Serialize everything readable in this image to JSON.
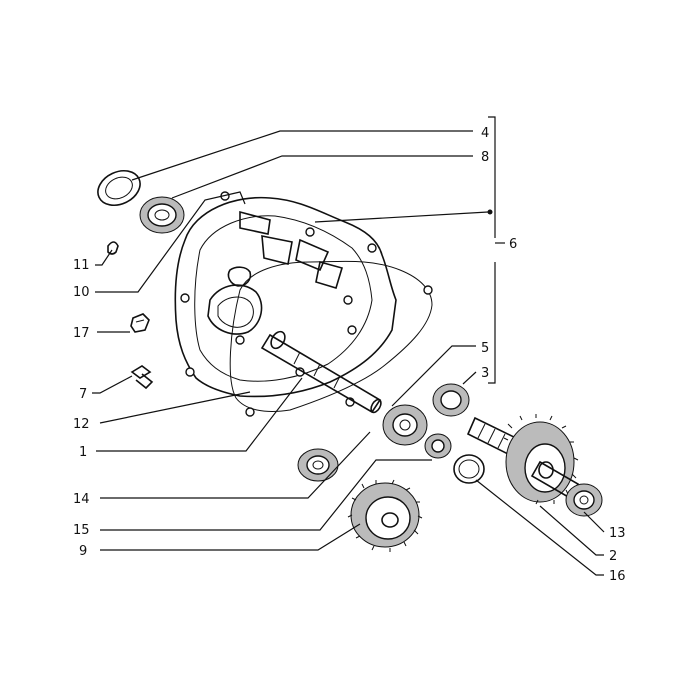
{
  "labels": {
    "l4": "4",
    "l8": "8",
    "l6": "6",
    "l5": "5",
    "l3": "3",
    "l11": "11",
    "l10": "10",
    "l17": "17",
    "l7": "7",
    "l12": "12",
    "l1": "1",
    "l14": "14",
    "l15": "15",
    "l9": "9",
    "l13": "13",
    "l2": "2",
    "l16": "16"
  },
  "colors": {
    "ink": "#111111",
    "background": "#ffffff"
  }
}
